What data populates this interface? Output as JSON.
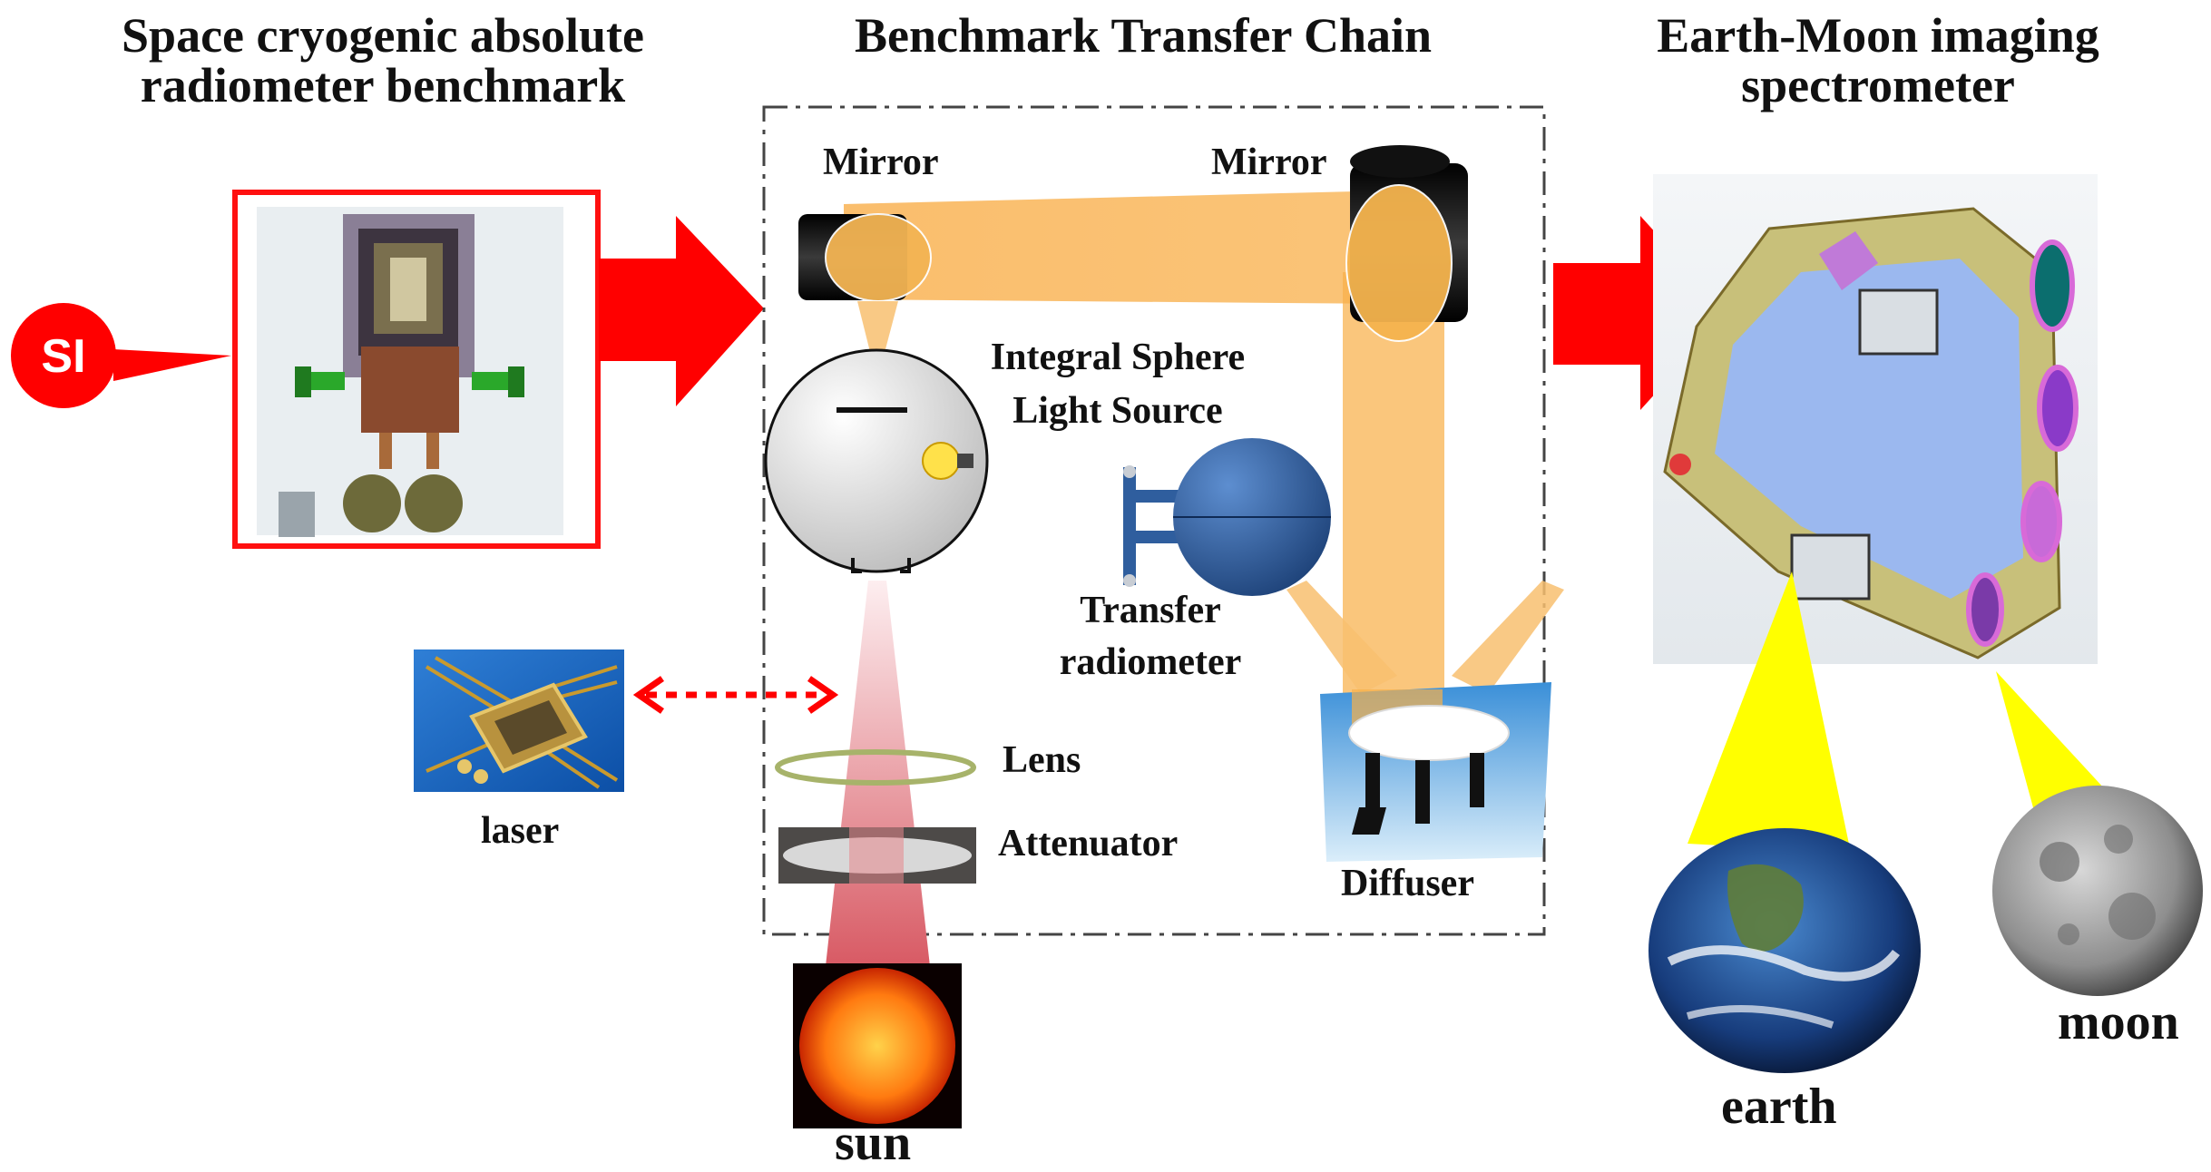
{
  "headings": {
    "left": "Space cryogenic absolute radiometer benchmark",
    "center": "Benchmark Transfer Chain",
    "right": "Earth-Moon imaging spectrometer"
  },
  "si_badge": "SI",
  "labels": {
    "mirror_left": "Mirror",
    "mirror_right": "Mirror",
    "integral_sphere": "Integral Sphere Light Source",
    "transfer_radiometer": "Transfer radiometer",
    "lens": "Lens",
    "attenuator": "Attenuator",
    "diffuser": "Diffuser",
    "laser": "laser",
    "sun": "sun",
    "earth": "earth",
    "moon": "moon"
  },
  "colors": {
    "arrow_red": "#ff0000",
    "beam_orange": "#f8b04a",
    "view_cone_yellow": "#ffff00",
    "sun_beam_pink": "#e8878c",
    "sphere_blue": "#2a5a9a"
  }
}
